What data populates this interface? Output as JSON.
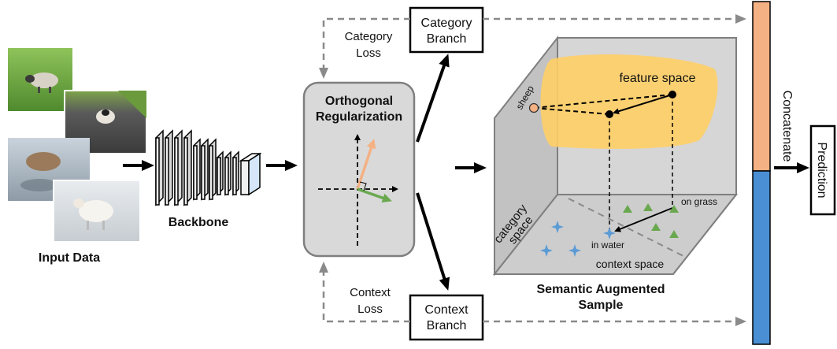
{
  "labels": {
    "input_data": "Input Data",
    "backbone": "Backbone",
    "category_loss_1": "Category",
    "category_loss_2": "Loss",
    "context_loss_1": "Context",
    "context_loss_2": "Loss",
    "category_branch_1": "Category",
    "category_branch_2": "Branch",
    "context_branch_1": "Context",
    "context_branch_2": "Branch",
    "ortho_1": "Orthogonal",
    "ortho_2": "Regularization",
    "feature_space": "feature space",
    "sheep": "sheep",
    "category_space_1": "category",
    "category_space_2": "space",
    "context_space": "context space",
    "in_water": "in water",
    "on_grass": "on grass",
    "semantic_1": "Semantic Augmented",
    "semantic_2": "Sample",
    "concatenate": "Concatenate",
    "prediction": "Prediction"
  },
  "colors": {
    "orange_bar": "#f4b183",
    "blue_bar": "#4a8fd4",
    "feature_space": "#ffcf66",
    "panel_gray": "#d6d6d6",
    "triangle_green": "#6aa84f",
    "star_blue": "#5b9bd5",
    "sheep_point": "#f4b183"
  }
}
